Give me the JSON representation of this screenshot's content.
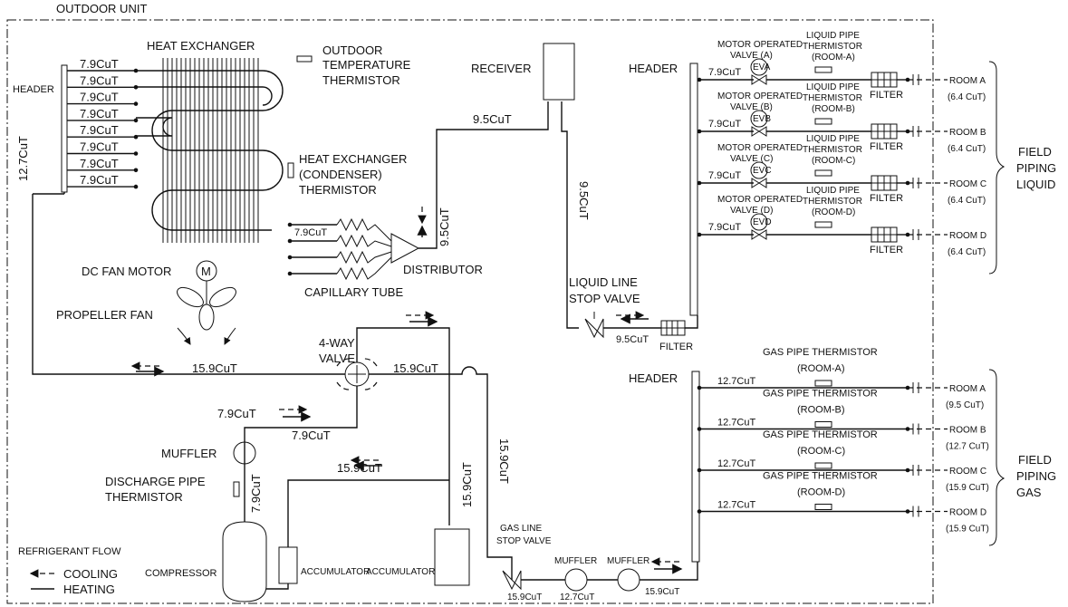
{
  "outdoor_unit": "OUTDOOR UNIT",
  "left": {
    "header": "HEADER",
    "heat_exchanger": "HEAT EXCHANGER",
    "header_pipes": [
      "7.9CuT",
      "7.9CuT",
      "7.9CuT",
      "7.9CuT",
      "7.9CuT",
      "7.9CuT",
      "7.9CuT",
      "7.9CuT"
    ],
    "pipe_12_7": "12.7CuT",
    "outdoor_temp_thermistor": [
      "OUTDOOR",
      "TEMPERATURE",
      "THERMISTOR"
    ],
    "hx_thermistor": [
      "HEAT EXCHANGER",
      "(CONDENSER)",
      "THERMISTOR"
    ],
    "dc_fan_motor": "DC FAN MOTOR",
    "motor_letter": "M",
    "propeller_fan": "PROPELLER FAN",
    "capillary_pipe": "7.9CuT",
    "capillary_tube": "CAPILLARY TUBE",
    "distributor": "DISTRIBUTOR",
    "pipe_9_5_vertical": "9.5CuT"
  },
  "center": {
    "receiver": "RECEIVER",
    "pipe_receiver_in": "9.5CuT",
    "pipe_receiver_out": "9.5CuT",
    "liquid_stop_valve": [
      "LIQUID LINE",
      "STOP VALVE"
    ],
    "pipe_liquid_stop": "9.5CuT",
    "filter_label": "FILTER",
    "four_way_valve": [
      "4-WAY",
      "VALVE"
    ],
    "pipe_left_4way": "15.9CuT",
    "pipe_right_4way": "15.9CuT",
    "pipe_discharge_1": "7.9CuT",
    "pipe_discharge_2": "7.9CuT",
    "muffler_left": "MUFFLER",
    "discharge_thermistor": [
      "DISCHARGE PIPE",
      "THERMISTOR"
    ],
    "pipe_discharge_vert": "7.9CuT",
    "pipe_suction": "15.9CuT",
    "pipe_accum_vert": "15.9CuT",
    "pipe_gas_vert": "15.9CuT",
    "compressor": "COMPRESSOR",
    "accumulator_small": "ACCUMULATOR",
    "accumulator_large": "ACCUMULATOR",
    "gas_stop_valve": [
      "GAS LINE",
      "STOP VALVE"
    ],
    "muffler_gas_1": "MUFFLER",
    "muffler_gas_2": "MUFFLER",
    "pipe_gas_a": "15.9CuT",
    "pipe_gas_b": "12.7CuT",
    "pipe_gas_c": "15.9CuT"
  },
  "legend": {
    "title": "REFRIGERANT FLOW",
    "cooling": "COOLING",
    "heating": "HEATING"
  },
  "liquid_side": {
    "header": "HEADER",
    "rows": [
      {
        "valve": [
          "MOTOR OPERATED",
          "VALVE (A)"
        ],
        "ev": "EVA",
        "thermistor": [
          "LIQUID PIPE",
          "THERMISTOR",
          "(ROOM-A)"
        ],
        "pipe": "7.9CuT",
        "filter": "FILTER",
        "room": "ROOM A",
        "size": "(6.4 CuT)"
      },
      {
        "valve": [
          "MOTOR OPERATED",
          "VALVE (B)"
        ],
        "ev": "EVB",
        "thermistor": [
          "LIQUID PIPE",
          "THERMISTOR",
          "(ROOM-B)"
        ],
        "pipe": "7.9CuT",
        "filter": "FILTER",
        "room": "ROOM B",
        "size": "(6.4 CuT)"
      },
      {
        "valve": [
          "MOTOR OPERATED",
          "VALVE (C)"
        ],
        "ev": "EVC",
        "thermistor": [
          "LIQUID PIPE",
          "THERMISTOR",
          "(ROOM-C)"
        ],
        "pipe": "7.9CuT",
        "filter": "FILTER",
        "room": "ROOM C",
        "size": "(6.4 CuT)"
      },
      {
        "valve": [
          "MOTOR OPERATED",
          "VALVE (D)"
        ],
        "ev": "EVD",
        "thermistor": [
          "LIQUID PIPE",
          "THERMISTOR",
          "(ROOM-D)"
        ],
        "pipe": "7.9CuT",
        "filter": "FILTER",
        "room": "ROOM D",
        "size": "(6.4 CuT)"
      }
    ],
    "field": [
      "FIELD",
      "PIPING",
      "LIQUID"
    ]
  },
  "gas_side": {
    "header": "HEADER",
    "rows": [
      {
        "thermistor": [
          "GAS PIPE THERMISTOR",
          "(ROOM-A)"
        ],
        "pipe": "12.7CuT",
        "room": "ROOM A",
        "size": "(9.5 CuT)"
      },
      {
        "thermistor": [
          "GAS PIPE THERMISTOR",
          "(ROOM-B)"
        ],
        "pipe": "12.7CuT",
        "room": "ROOM B",
        "size": "(12.7 CuT)"
      },
      {
        "thermistor": [
          "GAS PIPE THERMISTOR",
          "(ROOM-C)"
        ],
        "pipe": "12.7CuT",
        "room": "ROOM C",
        "size": "(15.9 CuT)"
      },
      {
        "thermistor": [
          "GAS PIPE THERMISTOR",
          "(ROOM-D)"
        ],
        "pipe": "12.7CuT",
        "room": "ROOM D",
        "size": "(15.9 CuT)"
      }
    ],
    "field": [
      "FIELD",
      "PIPING",
      "GAS"
    ]
  }
}
